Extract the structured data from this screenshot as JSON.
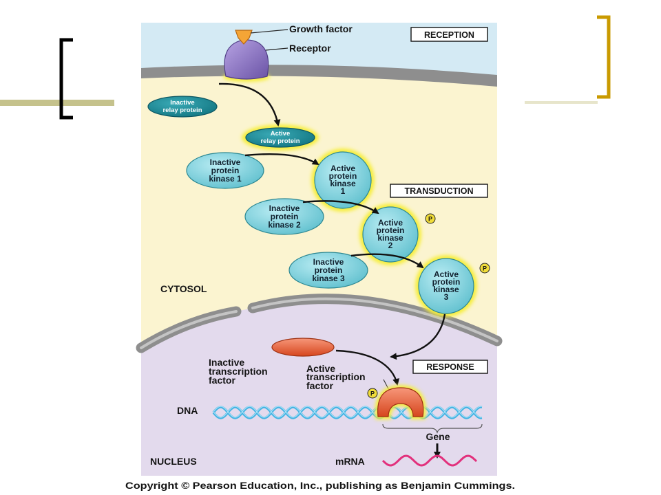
{
  "slide": {
    "copyright": "Copyright © Pearson Education, Inc., publishing as Benjamin Cummings."
  },
  "labels": {
    "growth_factor": "Growth factor",
    "receptor": "Receptor",
    "cytosol": "CYTOSOL",
    "nucleus": "NUCLEUS",
    "dna": "DNA",
    "gene": "Gene",
    "mrna": "mRNA",
    "phosphate": "P"
  },
  "stages": {
    "reception": "RECEPTION",
    "transduction": "TRANSDUCTION",
    "response": "RESPONSE"
  },
  "proteins": {
    "relay_inactive": {
      "lines": [
        "Inactive",
        "relay protein"
      ]
    },
    "relay_active": {
      "lines": [
        "Active",
        "relay protein"
      ]
    },
    "kinase1_inactive": {
      "lines": [
        "Inactive",
        "protein",
        "kinase 1"
      ]
    },
    "kinase1_active": {
      "lines": [
        "Active",
        "protein",
        "kinase",
        "1"
      ]
    },
    "kinase2_inactive": {
      "lines": [
        "Inactive",
        "protein",
        "kinase 2"
      ]
    },
    "kinase2_active": {
      "lines": [
        "Active",
        "protein",
        "kinase",
        "2"
      ]
    },
    "kinase3_inactive": {
      "lines": [
        "Inactive",
        "protein",
        "kinase 3"
      ]
    },
    "kinase3_active": {
      "lines": [
        "Active",
        "protein",
        "kinase",
        "3"
      ]
    },
    "tf_inactive": {
      "lines": [
        "Inactive",
        "transcription",
        "factor"
      ]
    },
    "tf_active": {
      "lines": [
        "Active",
        "transcription",
        "factor"
      ]
    }
  },
  "colors": {
    "extracellular": "#d4eaf4",
    "cytosol": "#fbf4d0",
    "nucleus": "#e3daed",
    "membrane": "#8e8e8e",
    "relay": "#1f8e9b",
    "kinase": "#80d1dd",
    "tf": "#e8643c",
    "receptor": "#8c72c6",
    "growth": "#f5a536",
    "glow": "#f6ee3c",
    "dna": "#44b3e3",
    "mrna": "#e2307c",
    "phosphate": "#f0dc3a",
    "left-bracket": "#000000",
    "right-bracket": "#c99a00",
    "accent-bar": "#c5c28c"
  }
}
